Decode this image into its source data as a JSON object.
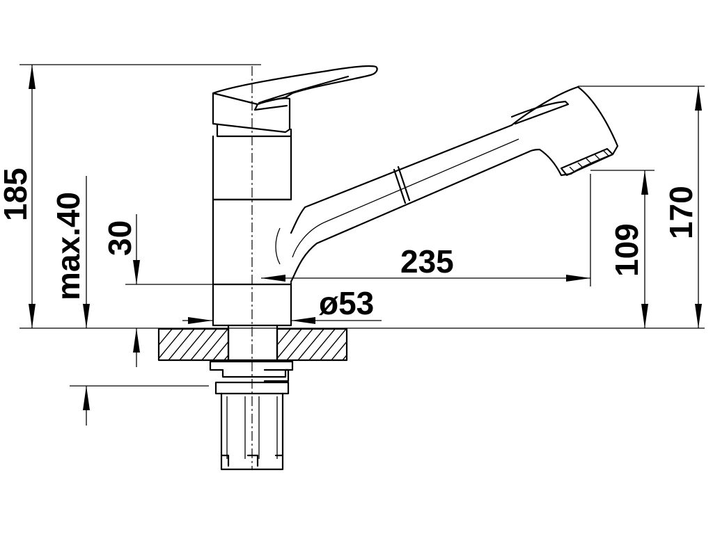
{
  "dimensions": {
    "height_total": "185",
    "max_thickness": "max.40",
    "base_height": "30",
    "outlet_height": "109",
    "spray_height": "170",
    "reach": "235",
    "diameter": "ø53"
  }
}
